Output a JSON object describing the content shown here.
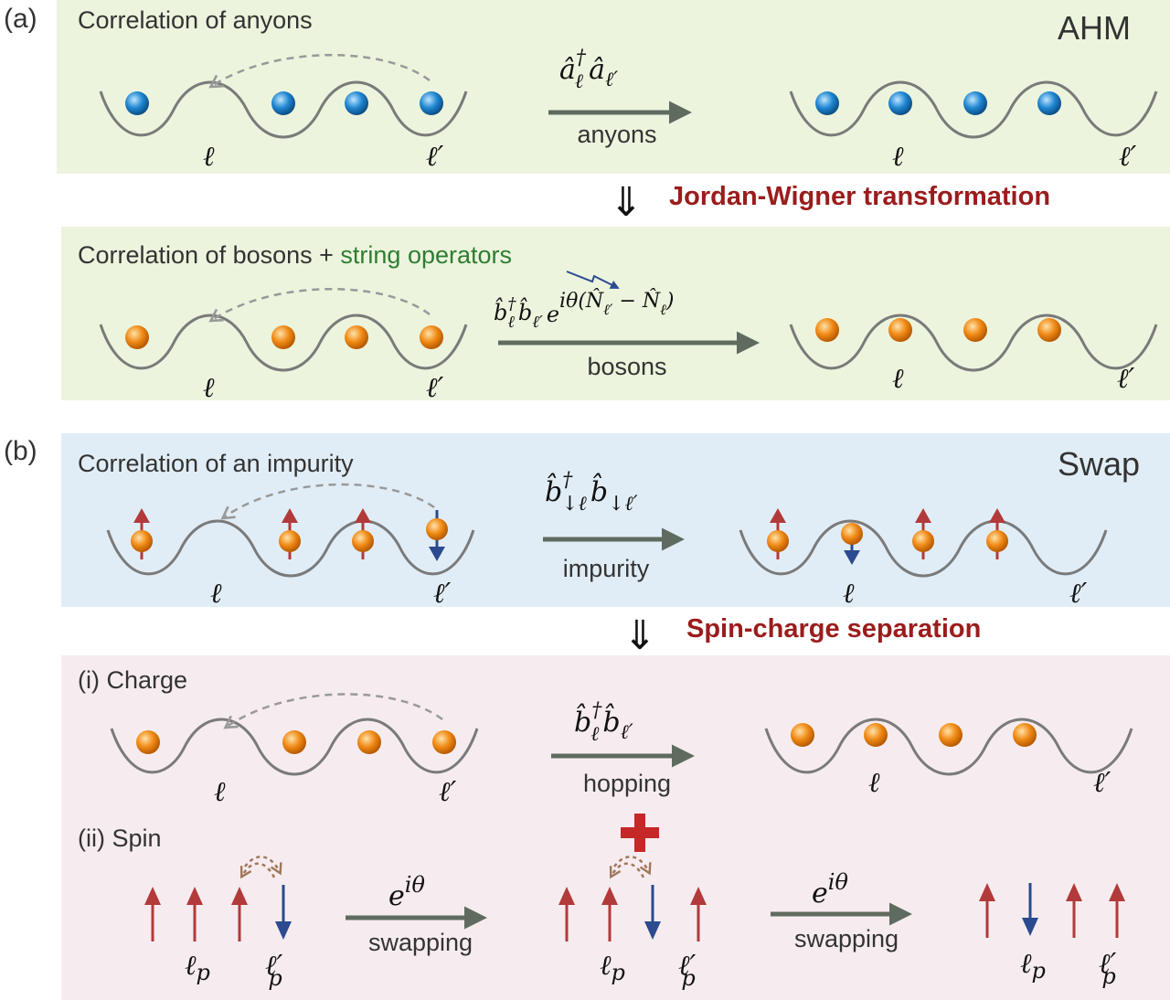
{
  "colors": {
    "panel_green": "#ecf4dd",
    "panel_blue": "#e1edf6",
    "panel_pink": "#f6ecef",
    "wave": "#7a7a7a",
    "arrow_gray": "#5f6b5f",
    "title_red": "#9b1c1c",
    "string_green": "#2e7d32",
    "spin_up": "#b23a3a",
    "spin_down": "#2b4a8f",
    "anyon": "#1f86d1",
    "boson": "#f08a16",
    "plus_red": "#c62828"
  },
  "panel_a": {
    "label": "(a)",
    "anyons": {
      "title": "Correlation of anyons",
      "tag": "AHM",
      "op_main": "â",
      "op_sup": "†",
      "op_sub_l": "ℓ",
      "op_main2": "â",
      "op_sub_lp": "ℓ′",
      "arrow_label": "anyons",
      "site_l": "ℓ",
      "site_lp": "ℓ′"
    },
    "transform": "Jordan-Wigner transformation",
    "bosons": {
      "title_prefix": "Correlation of bosons + ",
      "title_string": "string operators",
      "op_b1": "b̂",
      "op_dagger": "†",
      "op_sub_l": "ℓ",
      "op_b2": "b̂",
      "op_sub_lp": "ℓ′",
      "op_exp_base": "e",
      "op_exp": "iθ(N̂",
      "op_exp_sub_lp": "ℓ′",
      "op_exp_mid": " − N̂",
      "op_exp_sub_l": "ℓ",
      "op_exp_end": ")",
      "arrow_label": "bosons",
      "site_l": "ℓ",
      "site_lp": "ℓ′"
    }
  },
  "panel_b": {
    "label": "(b)",
    "impurity": {
      "title": "Correlation of an impurity",
      "tag": "Swap",
      "op_b1": "b̂",
      "op_dagger": "†",
      "op_sub1": "↓ℓ",
      "op_b2": "b̂",
      "op_sub2": "↓ℓ′",
      "arrow_label": "impurity",
      "site_l": "ℓ",
      "site_lp": "ℓ′"
    },
    "separation": "Spin-charge separation",
    "charge": {
      "title": "(i) Charge",
      "op_b1": "b̂",
      "op_dagger": "†",
      "op_sub_l": "ℓ",
      "op_b2": "b̂",
      "op_sub_lp": "ℓ′",
      "arrow_label": "hopping",
      "site_l": "ℓ",
      "site_lp": "ℓ′"
    },
    "spin": {
      "title": "(ii) Spin",
      "op_base": "e",
      "op_exp": "iθ",
      "arrow_label_1": "swapping",
      "arrow_label_2": "swapping",
      "site_lp_main": "ℓ",
      "site_lp_sub": "p",
      "site_lpp_main": "ℓ′",
      "site_lpp_sub": "p"
    }
  }
}
